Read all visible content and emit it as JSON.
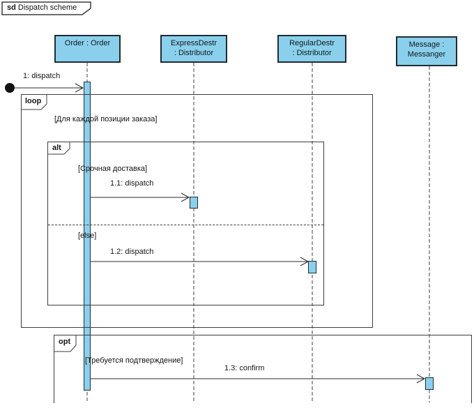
{
  "diagram": {
    "keyword": "sd",
    "title": "Dispatch scheme"
  },
  "colors": {
    "shape_fill": "#8AD0EC",
    "shape_border": "#1f2a30",
    "frame_border": "#3c3c3c",
    "background": "#ffffff"
  },
  "lifelines": [
    {
      "lines": [
        "Order : Order"
      ]
    },
    {
      "lines": [
        "ExpressDestr",
        ": Distributor"
      ]
    },
    {
      "lines": [
        "RegularDestr",
        ": Distributor"
      ]
    },
    {
      "lines": [
        "Message :",
        "Messanger"
      ]
    }
  ],
  "fragments": [
    {
      "operator": "loop",
      "guard": "[Для каждой позиции заказа]"
    },
    {
      "operator": "alt",
      "guard": "[Срочная доставка]",
      "else_guard": "[else]"
    },
    {
      "operator": "opt",
      "guard": "[Требуется подтверждение]"
    }
  ],
  "messages": [
    {
      "label": "1: dispatch"
    },
    {
      "label": "1.1: dispatch"
    },
    {
      "label": "1.2: dispatch"
    },
    {
      "label": "1.3: confirm"
    }
  ]
}
